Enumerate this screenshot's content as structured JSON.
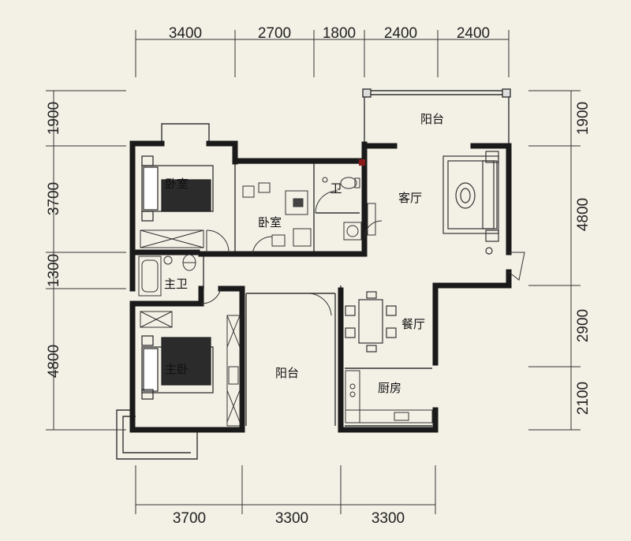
{
  "dimensions": {
    "top": [
      "3400",
      "2700",
      "1800",
      "2400",
      "2400"
    ],
    "bottom": [
      "3700",
      "3300",
      "3300"
    ],
    "left": [
      "1900",
      "3700",
      "1300",
      "4800"
    ],
    "right": [
      "1900",
      "4800",
      "2900",
      "2100"
    ]
  },
  "rooms": {
    "bedroom_1": "卧室",
    "bedroom_2": "卧室",
    "bathroom": "卫",
    "living_room": "客厅",
    "balcony_top": "阳台",
    "master_bath": "主卫",
    "dining_room": "餐厅",
    "master_bedroom": "主卧",
    "balcony_center": "阳台",
    "kitchen": "厨房"
  },
  "colors": {
    "background": "#f3f0e6",
    "wall": "#1a1a1a",
    "line": "#333333",
    "accent_door": "#8b1a1a"
  }
}
